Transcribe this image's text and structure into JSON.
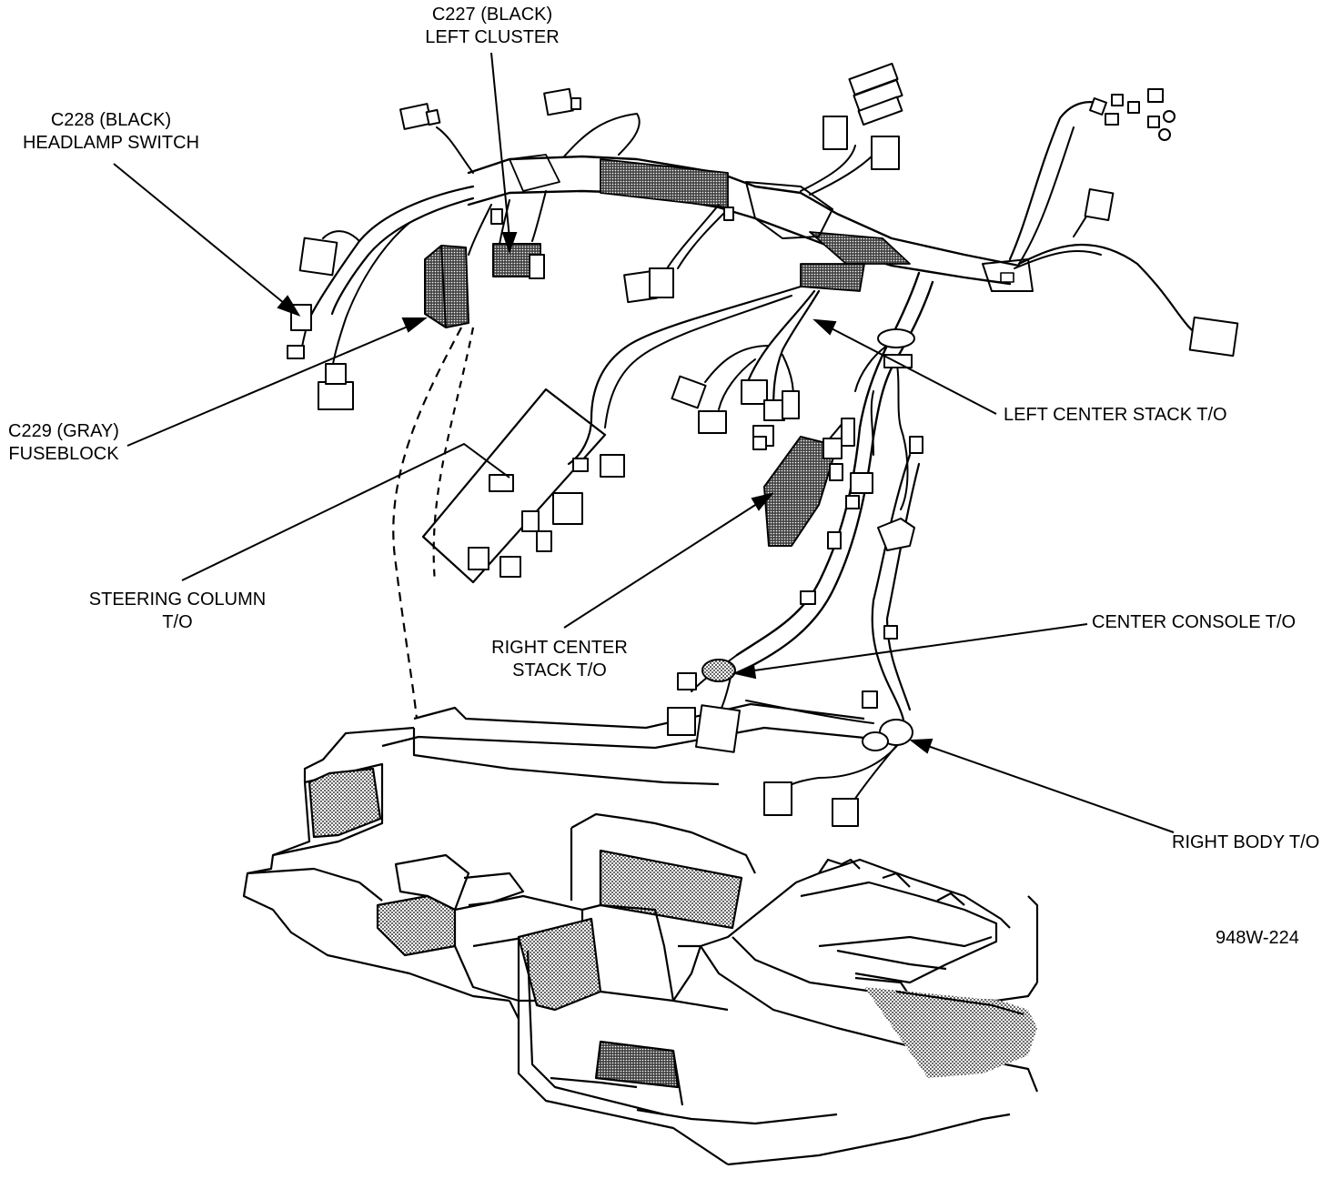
{
  "diagram": {
    "figure_id": "948W-224",
    "labels": {
      "c227_line1": "C227 (BLACK)",
      "c227_line2": "LEFT CLUSTER",
      "c228_line1": "C228 (BLACK)",
      "c228_line2": "HEADLAMP SWITCH",
      "c229_line1": "C229 (GRAY)",
      "c229_line2": "FUSEBLOCK",
      "steering_line1": "STEERING COLUMN",
      "steering_line2": "T/O",
      "right_center_line1": "RIGHT CENTER",
      "right_center_line2": "STACK T/O",
      "left_center": "LEFT CENTER STACK T/O",
      "center_console": "CENTER CONSOLE T/O",
      "right_body": "RIGHT BODY T/O"
    }
  },
  "colors": {
    "ink": "#000000",
    "shade": "#9a9a9a",
    "paper": "#ffffff"
  }
}
